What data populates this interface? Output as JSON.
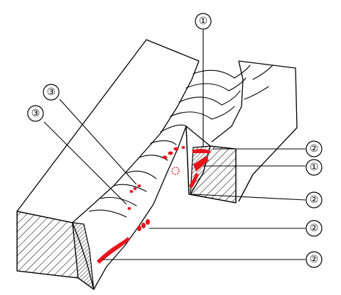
{
  "colors": {
    "line": "#000000",
    "defect": "#e8141b",
    "background": "#ffffff"
  },
  "callouts": [
    {
      "id": "top",
      "label": "①"
    },
    {
      "id": "left-upper",
      "label": "③"
    },
    {
      "id": "left-lower",
      "label": "③"
    },
    {
      "id": "right-1",
      "label": "②"
    },
    {
      "id": "right-2",
      "label": "①"
    },
    {
      "id": "right-3",
      "label": "②"
    },
    {
      "id": "right-4",
      "label": "②"
    },
    {
      "id": "right-5",
      "label": "②"
    }
  ]
}
